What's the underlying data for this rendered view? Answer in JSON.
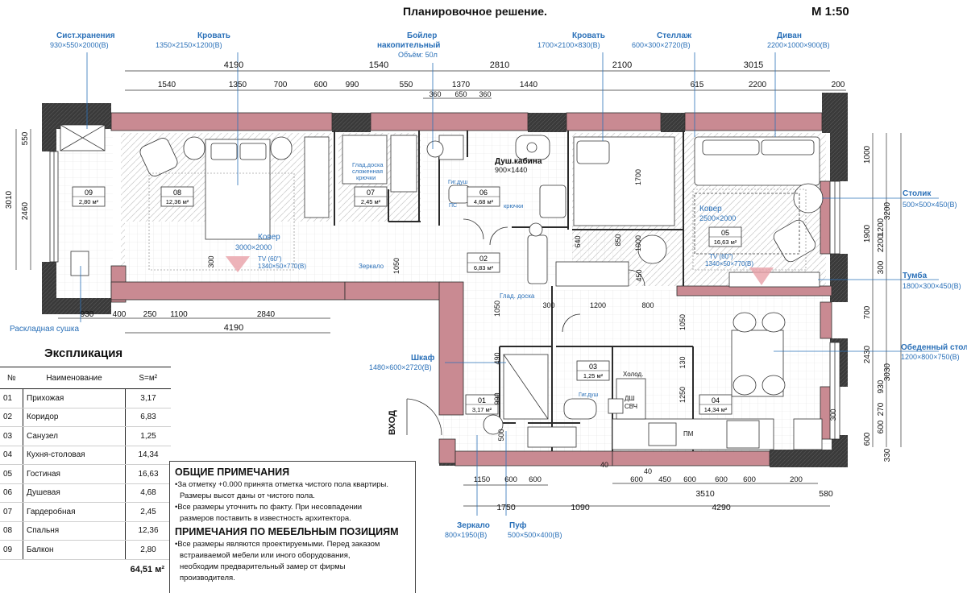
{
  "header": {
    "title": "Планировочное решение.",
    "scale": "М 1:50"
  },
  "annotations": [
    {
      "name": "Сист.хранения",
      "size": "930×550×2000(В)"
    },
    {
      "name": "Кровать",
      "size": "1350×2150×1200(В)"
    },
    {
      "name": "Бойлер",
      "line2": "накопительный",
      "size": "Объём: 50л"
    },
    {
      "name": "Кровать",
      "size": "1700×2100×830(В)"
    },
    {
      "name": "Стеллаж",
      "size": "600×300×2720(В)"
    },
    {
      "name": "Диван",
      "size": "2200×1000×900(В)"
    },
    {
      "name": "Столик",
      "size": "500×500×450(В)"
    },
    {
      "name": "Тумба",
      "size": "1800×300×450(В)"
    },
    {
      "name": "Обеденный стол",
      "size": "1200×800×750(В)"
    },
    {
      "name": "Шкаф",
      "size": "1480×600×2720(В)"
    },
    {
      "name": "Зеркало",
      "size": "800×1950(В)"
    },
    {
      "name": "Пуф",
      "size": "500×500×400(В)"
    },
    {
      "name": "Раскладная сушка",
      "size": ""
    }
  ],
  "rooms": [
    {
      "id": "09",
      "area": "2,80 м²"
    },
    {
      "id": "08",
      "area": "12,36 м²"
    },
    {
      "id": "07",
      "area": "2,45 м²"
    },
    {
      "id": "06",
      "area": "4,68 м²"
    },
    {
      "id": "05",
      "area": "16,63 м²"
    },
    {
      "id": "02",
      "area": "6,83 м²"
    },
    {
      "id": "03",
      "area": "1,25 м²"
    },
    {
      "id": "01",
      "area": "3,17 м²"
    },
    {
      "id": "04",
      "area": "14,34 м²"
    }
  ],
  "plan_labels": {
    "carpet1": "Ковер",
    "carpet1_size": "3000×2000",
    "carpet2": "Ковер",
    "carpet2_size": "2500×2000",
    "tv1": "TV (60\")",
    "tv1_size": "1340×50×770(В)",
    "tv2": "TV (60\")",
    "tv2_size": "1340×50×770(В)",
    "shower": "Душ.кабина",
    "shower_size": "900×1440",
    "ironing": "Глад.доска",
    "ironing2": "сложенная",
    "hooks": "крючки",
    "hooks2": "крючки",
    "ironing3": "Глад. доска",
    "mirror": "Зеркало",
    "entry": "ВХОД",
    "hyg1": "Гиг.душ",
    "hyg2": "Гиг.душ",
    "fridge": "Холод.",
    "oven1": "ДШ",
    "oven2": "СВЧ",
    "dishwasher": "ПМ",
    "ps": "ПС"
  },
  "dims_top": [
    "4190",
    "1540",
    "2810",
    "2100",
    "3015"
  ],
  "dims_top2": [
    "1540",
    "1350",
    "700",
    "600",
    "990",
    "550",
    "1370",
    "1440",
    "615",
    "2200",
    "200"
  ],
  "dims_top3": [
    "360",
    "650",
    "360"
  ],
  "dims_left": [
    "3010",
    "550",
    "2460"
  ],
  "dims_bottom1": [
    "930",
    "400",
    "250",
    "1100",
    "2840"
  ],
  "dims_bottom1_total": "4190",
  "dims_bottom2": [
    "1150",
    "600",
    "600",
    "600",
    "450",
    "600",
    "600",
    "600",
    "200"
  ],
  "dims_bottom2_b": [
    "1750",
    "1090",
    "4290",
    "3510",
    "580"
  ],
  "dims_right": [
    "1000",
    "1900",
    "3200",
    "700",
    "2430",
    "3030",
    "330",
    "1200",
    "2200",
    "300",
    "930",
    "270",
    "600",
    "600"
  ],
  "dims_inner": [
    "1700",
    "850",
    "1000",
    "640",
    "450",
    "1050",
    "300",
    "300",
    "1200",
    "800",
    "1050",
    "490",
    "130",
    "1250",
    "990",
    "500",
    "40",
    "1050",
    "300",
    "40"
  ],
  "explication": {
    "title": "Экспликация",
    "headers": [
      "№",
      "Наименование",
      "S=м²"
    ],
    "rows": [
      [
        "01",
        "Прихожая",
        "3,17"
      ],
      [
        "02",
        "Коридор",
        "6,83"
      ],
      [
        "03",
        "Санузел",
        "1,25"
      ],
      [
        "04",
        "Кухня-столовая",
        "14,34"
      ],
      [
        "05",
        "Гостиная",
        "16,63"
      ],
      [
        "06",
        "Душевая",
        "4,68"
      ],
      [
        "07",
        "Гардеробная",
        "2,45"
      ],
      [
        "08",
        "Спальня",
        "12,36"
      ],
      [
        "09",
        "Балкон",
        "2,80"
      ]
    ],
    "total": "64,51 м²"
  },
  "notes": {
    "general_title": "ОБЩИЕ ПРИМЕЧАНИЯ",
    "general": [
      "•За отметку +0.000 принята отметка чистого пола квартиры.",
      "Размеры высот даны от чистого пола.",
      "•Все размеры уточнить по факту. При несовпадении",
      "размеров поставить в известность архитектора."
    ],
    "furniture_title": "ПРИМЕЧАНИЯ ПО МЕБЕЛЬНЫМ ПОЗИЦИЯМ",
    "furniture": [
      "•Все размеры являются проектируемыми. Перед заказом",
      "встраиваемой мебели или иного оборудования,",
      "необходим предварительный замер от фирмы",
      "производителя."
    ]
  },
  "colors": {
    "wall": "#2b2b2b",
    "partition": "#c98a92",
    "accent": "#2a70b8",
    "hatch": "#d8d8d8"
  }
}
